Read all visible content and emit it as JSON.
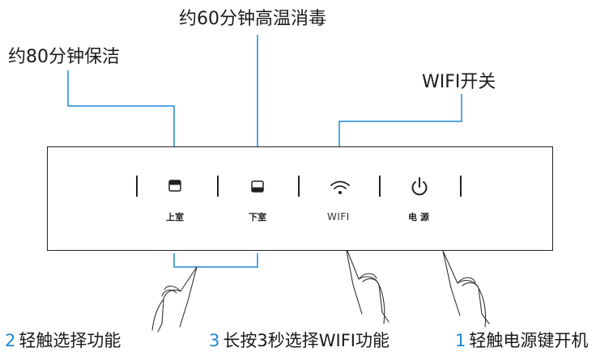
{
  "callouts": {
    "top_left": "约80分钟保洁",
    "top_center": "约60分钟高温消毒",
    "top_right": "WIFI开关"
  },
  "panel": {
    "buttons": [
      {
        "label": "上室",
        "icon": "upper-chamber-icon"
      },
      {
        "label": "下室",
        "icon": "lower-chamber-icon"
      },
      {
        "label": "WIFI",
        "icon": "wifi-icon"
      },
      {
        "label": "电 源",
        "icon": "power-icon"
      }
    ]
  },
  "steps": [
    {
      "num": "2",
      "text": "轻触选择功能"
    },
    {
      "num": "3",
      "text": "长按3秒选择WIFI功能"
    },
    {
      "num": "1",
      "text": "轻触电源键开机"
    }
  ],
  "colors": {
    "accent": "#1e88d8",
    "line": "#1e88d8",
    "ink": "#1a1a1a"
  }
}
